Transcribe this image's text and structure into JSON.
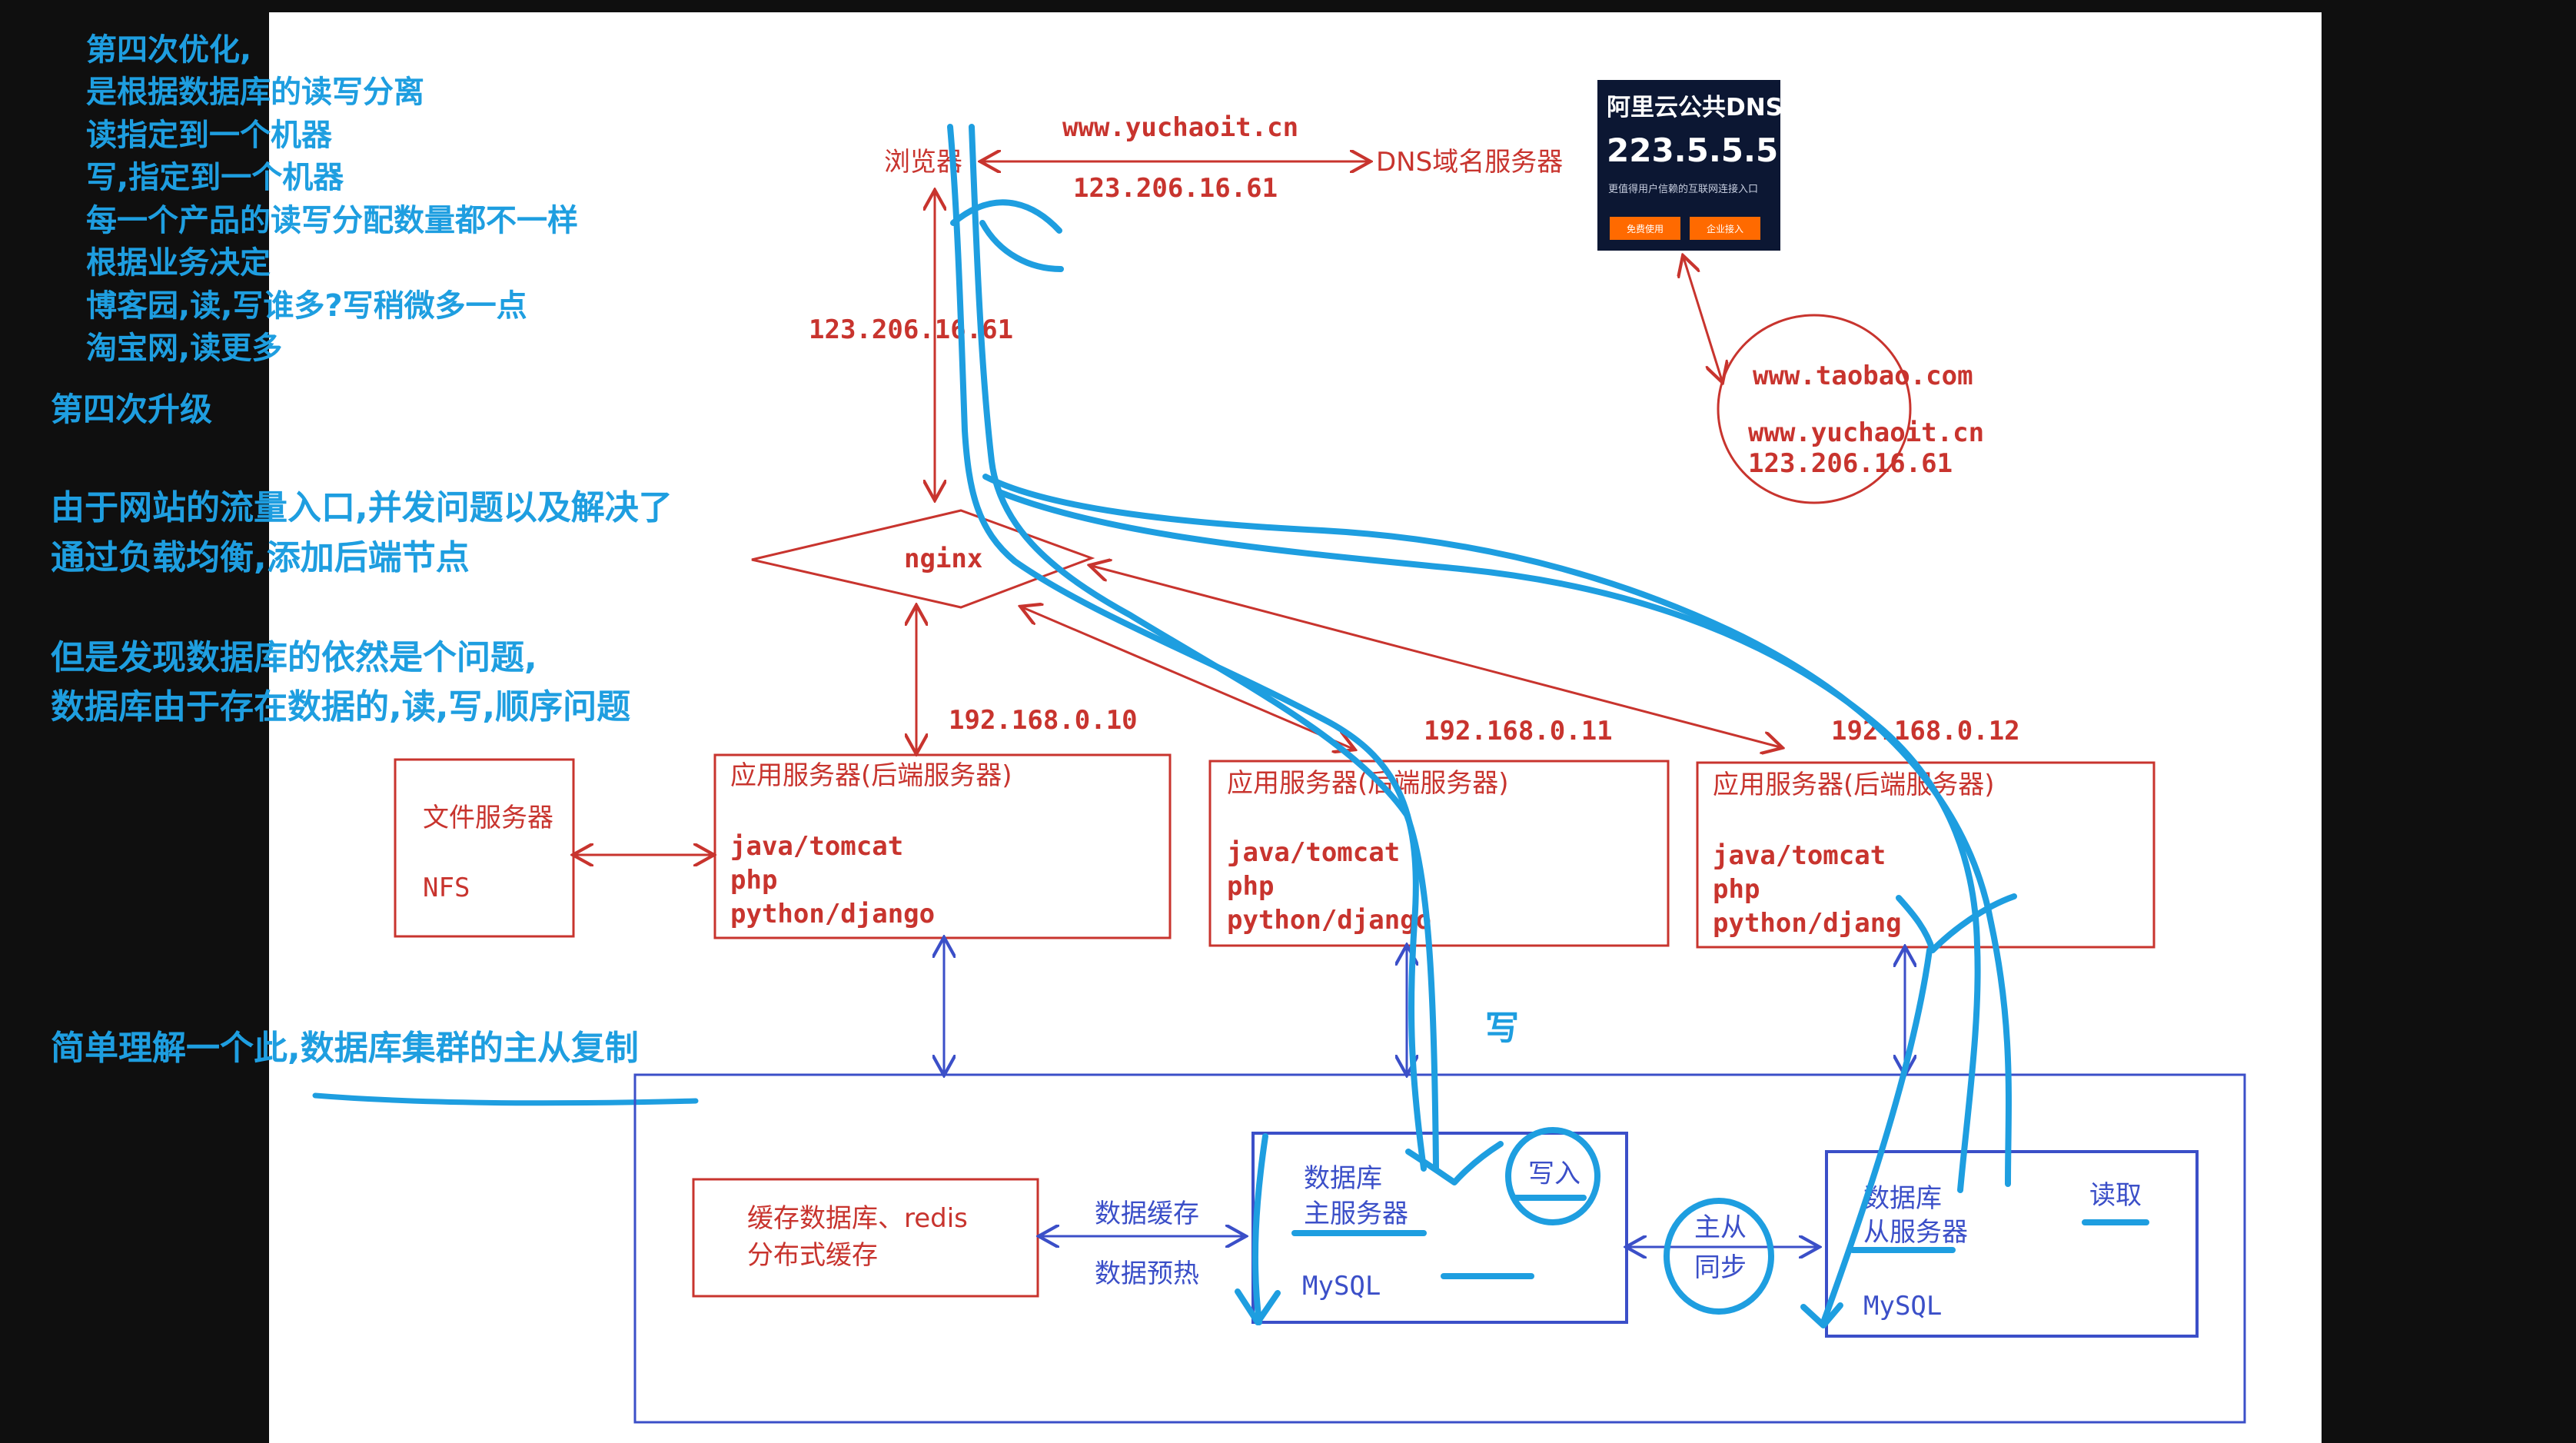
{
  "notes": {
    "optimization": [
      "第四次优化,",
      "是根据数据库的读写分离",
      "读指定到一个机器",
      "写,指定到一个机器",
      "每一个产品的读写分配数量都不一样",
      "根据业务决定",
      "博客园,读,写谁多?写稍微多一点",
      "淘宝网,读更多"
    ],
    "upgrade_title": "第四次升级",
    "upgrade_lines": [
      "由于网站的流量入口,并发问题以及解决了",
      "通过负载均衡,添加后端节点",
      "",
      "但是发现数据库的依然是个问题,",
      "数据库由于存在数据的,读,写,顺序问题"
    ],
    "replication_note": "简单理解一个此,数据库集群的主从复制",
    "write_label": "写"
  },
  "dns_flow": {
    "browser": "浏览器",
    "domain": "www.yuchaoit.cn",
    "resolved_ip": "123.206.16.61",
    "dns_server": "DNS域名服务器",
    "browser_to_nginx_ip": "123.206.16.61"
  },
  "aliyun_card": {
    "title": "阿里云公共DNS",
    "ip": "223.5.5.5",
    "subtitle": "更值得用户信赖的互联网连接入口",
    "btn1": "免费使用",
    "btn2": "企业接入"
  },
  "dns_records": {
    "line1": "www.taobao.com",
    "line2": "www.yuchaoit.cn",
    "line3": "123.206.16.61"
  },
  "nginx": {
    "label": "nginx"
  },
  "app_servers": [
    {
      "ip": "192.168.0.10",
      "title": "应用服务器(后端服务器)",
      "stack": [
        "java/tomcat",
        "php",
        "python/django"
      ]
    },
    {
      "ip": "192.168.0.11",
      "title": "应用服务器(后端服务器)",
      "stack": [
        "java/tomcat",
        "php",
        "python/django"
      ]
    },
    {
      "ip": "192.168.0.12",
      "title": "应用服务器(后端服务器)",
      "stack": [
        "java/tomcat",
        "php",
        "python/djang"
      ]
    }
  ],
  "file_server": {
    "title": "文件服务器",
    "type": "NFS"
  },
  "cache": {
    "line1": "缓存数据库、redis",
    "line2": "分布式缓存",
    "link1": "数据缓存",
    "link2": "数据预热"
  },
  "db_master": {
    "line1": "数据库",
    "line2": "主服务器",
    "engine": "MySQL",
    "tag": "写入"
  },
  "db_slave": {
    "line1": "数据库",
    "line2": "从服务器",
    "engine": "MySQL",
    "tag": "读取"
  },
  "replication": {
    "line1": "主从",
    "line2": "同步"
  },
  "colors": {
    "annotation_blue": "#1e9ee0",
    "diagram_red": "#c8342e",
    "db_blue": "#3b4fc8",
    "background": "#0f0f0f"
  }
}
